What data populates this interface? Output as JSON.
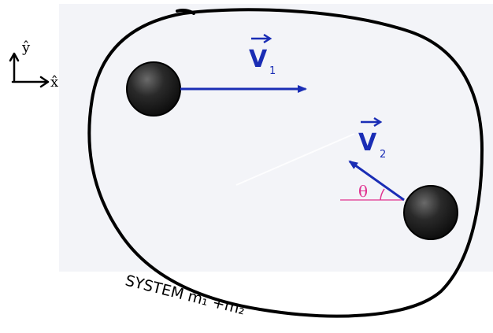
{
  "axes": {
    "y_label": "ŷ",
    "x_label": "x̂"
  },
  "vectors": [
    {
      "letter": "V",
      "subscript": "1",
      "direction": "+x"
    },
    {
      "letter": "V",
      "subscript": "2",
      "direction": "up-left at angle theta from horizontal"
    }
  ],
  "angle": {
    "symbol": "θ"
  },
  "caption": "SYSTEM m₁ +m₂",
  "colors": {
    "vector": "#1a2db5",
    "angle": "#e0308f",
    "ball": "#1c1c1c",
    "boundary": "#000000",
    "panel": "#f3f4f8"
  }
}
